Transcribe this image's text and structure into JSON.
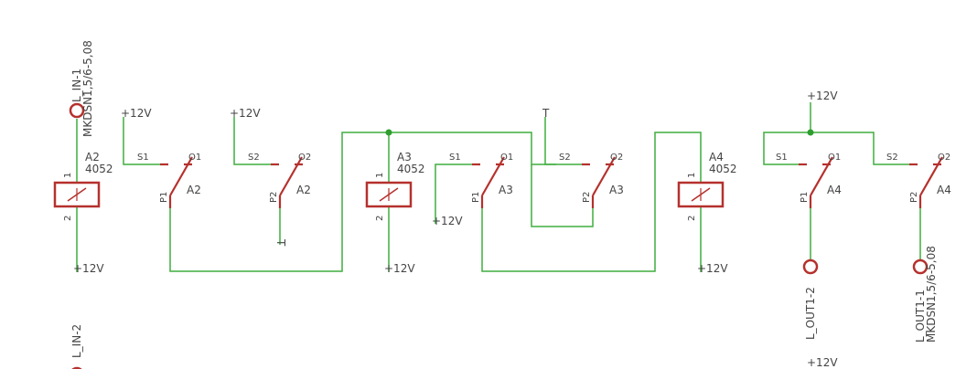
{
  "colors": {
    "wire": "#3fae3f",
    "junction": "#2e9e2e",
    "part": "#b5312d",
    "pin": "#8a8a8a",
    "text": "#444444"
  },
  "connectors": {
    "in1_name": "L_IN-1",
    "in1_value": "MKDSN1,5/6-5,08",
    "in2_name": "L_IN-2",
    "out2_name": "L_OUT1-2",
    "out1_name": "L_OUT1-1",
    "out1_value": "MKDSN1,5/6-5,08"
  },
  "relays": {
    "a2_coil_name": "A2",
    "a2_coil_value": "4052",
    "a3_coil_name": "A3",
    "a3_coil_value": "4052",
    "a4_coil_name": "A4",
    "a4_coil_value": "4052",
    "a2_name": "A2",
    "a3_name": "A3",
    "a4_name": "A4"
  },
  "pins": {
    "coil_pin1": "1",
    "coil_pin2": "2",
    "s1": "S1",
    "s2": "S2",
    "o1": "O1",
    "o2": "O2",
    "p1": "P1",
    "p2": "P2"
  },
  "supply": {
    "plus12v": "+12V",
    "ground_mark": "T"
  }
}
